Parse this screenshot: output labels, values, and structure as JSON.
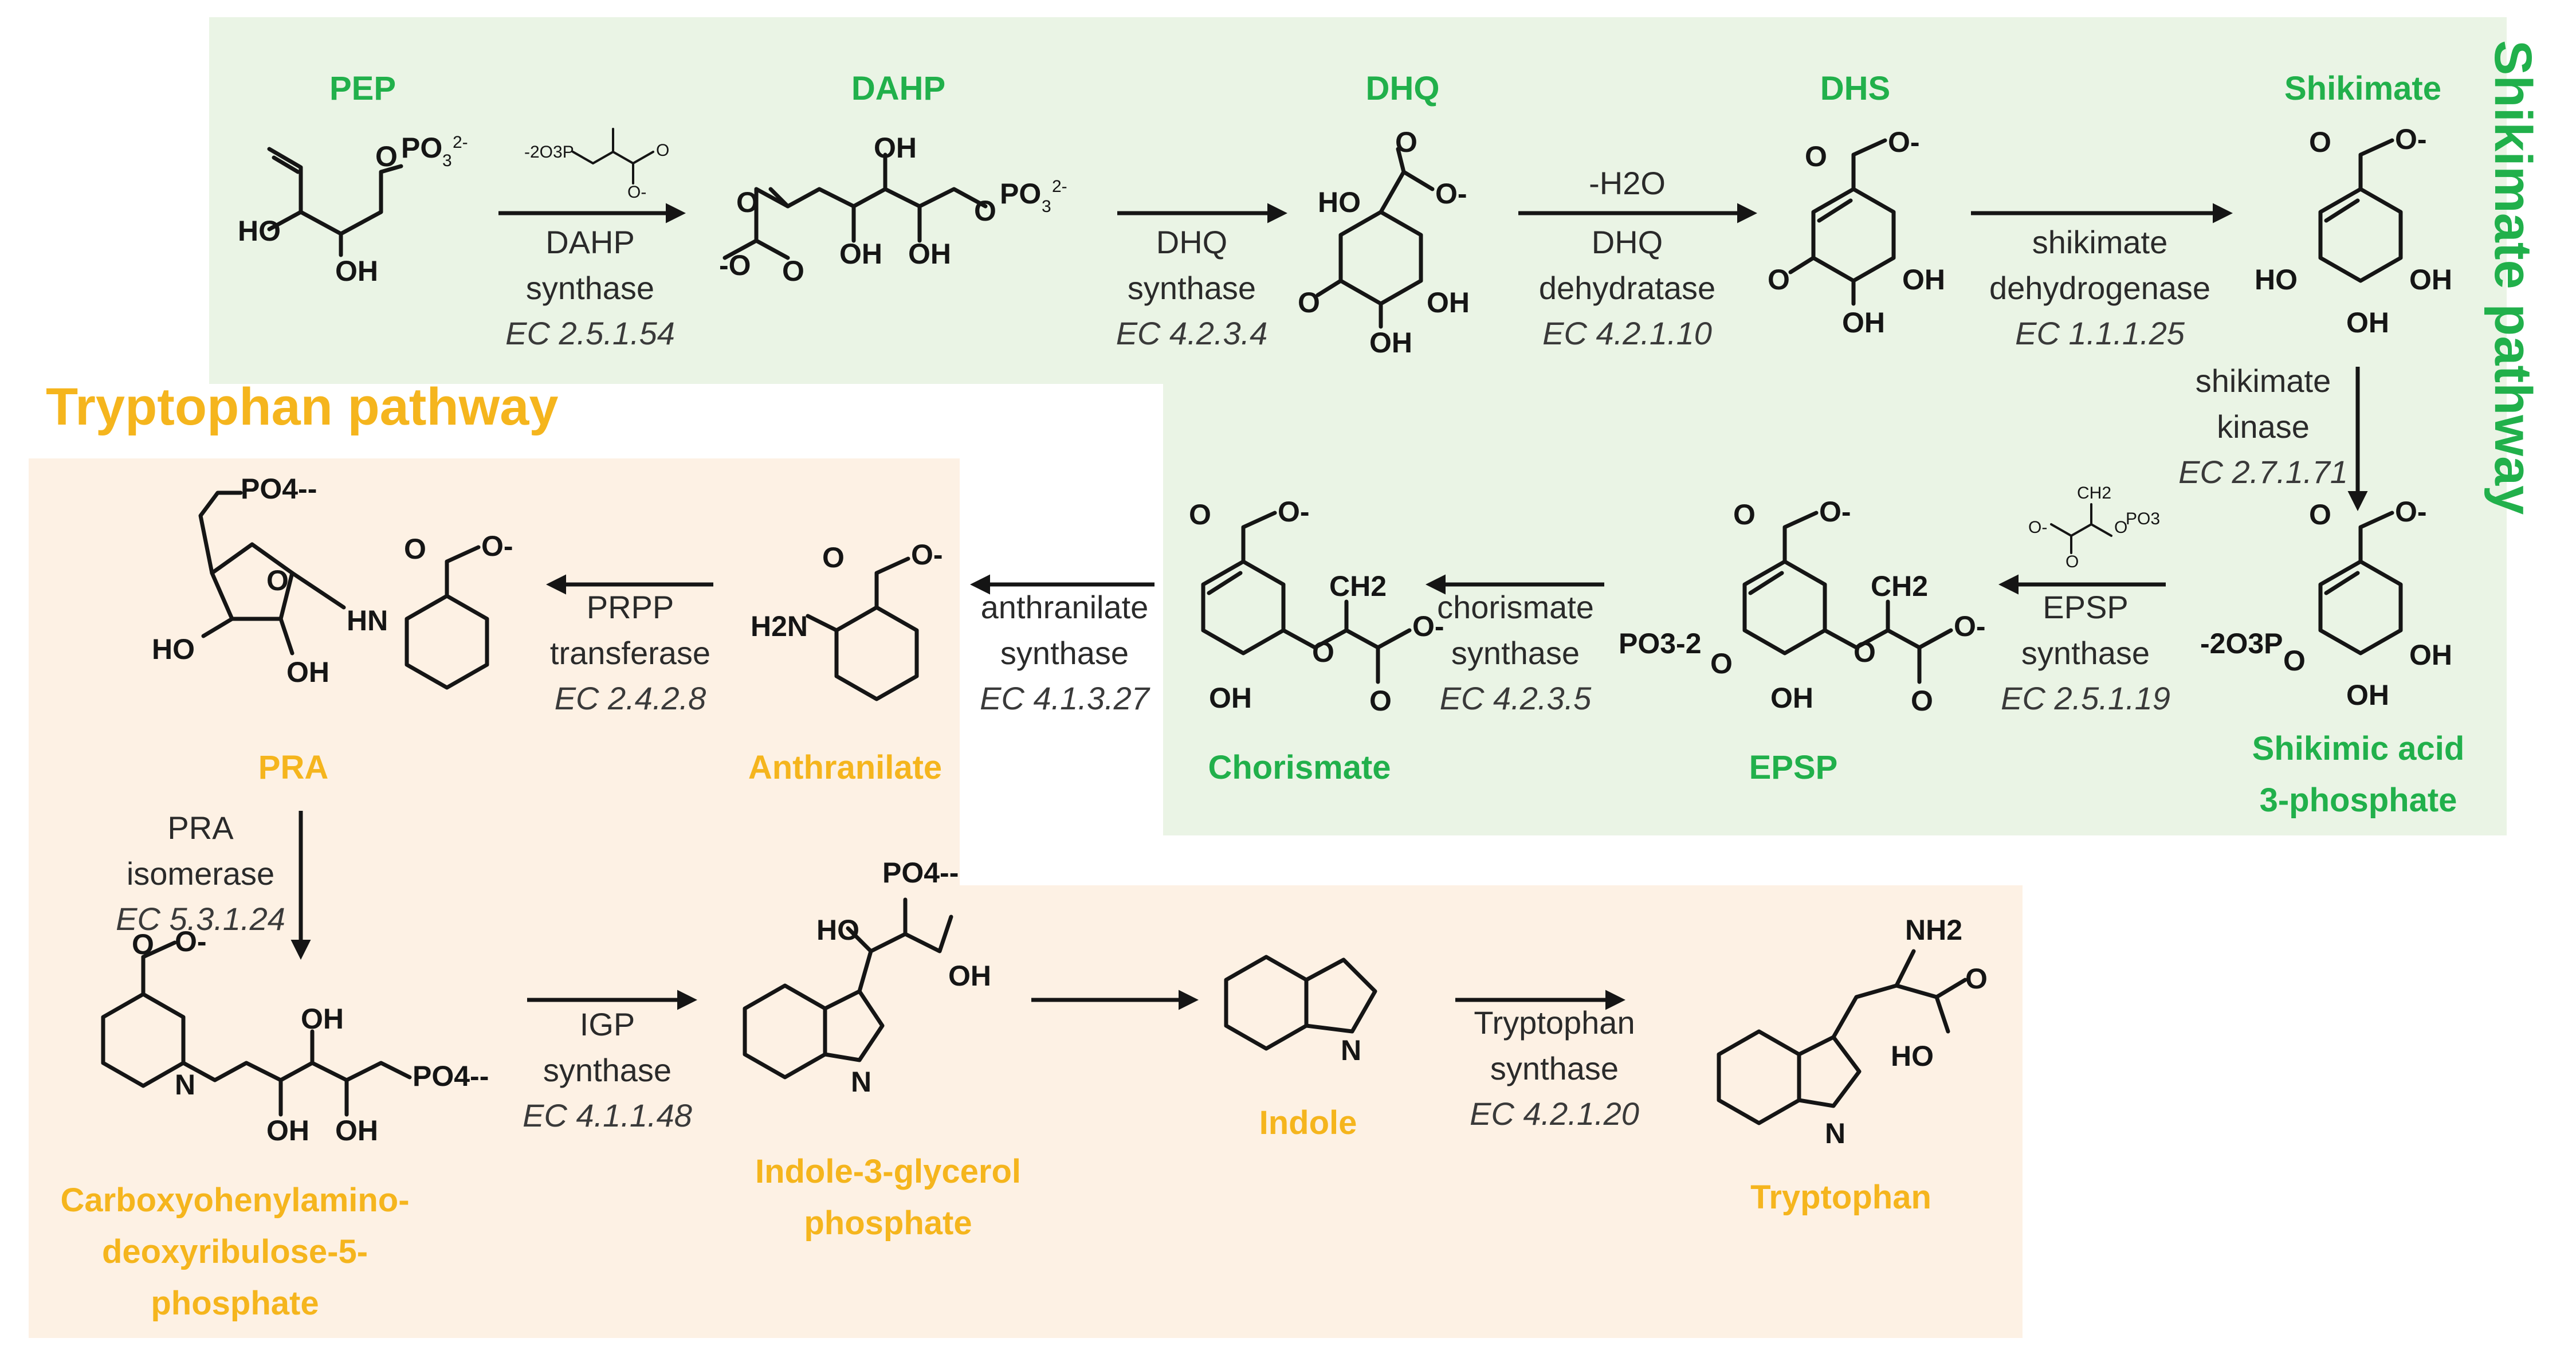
{
  "pathways": {
    "shikimate": "Shikimate pathway",
    "tryptophan": "Tryptophan pathway"
  },
  "compounds": {
    "pep": "PEP",
    "dahp": "DAHP",
    "dhq": "DHQ",
    "dhs": "DHS",
    "shikimate": "Shikimate",
    "s3p_line1": "Shikimic acid",
    "s3p_line2": "3-phosphate",
    "epsp": "EPSP",
    "chorismate": "Chorismate",
    "anthranilate": "Anthranilate",
    "pra": "PRA",
    "cdrp_line1": "Carboxyohenylamino-",
    "cdrp_line2": "deoxyribulose-5-",
    "cdrp_line3": "phosphate",
    "igp_line1": "Indole-3-glycerol",
    "igp_line2": "phosphate",
    "indole": "Indole",
    "tryptophan": "Tryptophan"
  },
  "enzymes": {
    "dahp_synthase": {
      "line1": "DAHP",
      "line2": "synthase",
      "ec": "EC 2.5.1.54"
    },
    "dhq_synthase": {
      "line1": "DHQ",
      "line2": "synthase",
      "ec": "EC 4.2.3.4"
    },
    "dhq_dehydratase": {
      "above": "-H2O",
      "line1": "DHQ",
      "line2": "dehydratase",
      "ec": "EC 4.2.1.10"
    },
    "shikimate_dehydrogenase": {
      "line1": "shikimate",
      "line2": "dehydrogenase",
      "ec": "EC 1.1.1.25"
    },
    "shikimate_kinase": {
      "line1": "shikimate",
      "line2": "kinase",
      "ec": "EC 2.7.1.71"
    },
    "epsp_synthase": {
      "line1": "EPSP",
      "line2": "synthase",
      "ec": "EC 2.5.1.19"
    },
    "chorismate_synthase": {
      "line1": "chorismate",
      "line2": "synthase",
      "ec": "EC 4.2.3.5"
    },
    "anthranilate_synthase": {
      "line1": "anthranilate",
      "line2": "synthase",
      "ec": "EC 4.1.3.27"
    },
    "prpp_transferase": {
      "line1": "PRPP",
      "line2": "transferase",
      "ec": "EC 2.4.2.8"
    },
    "pra_isomerase": {
      "line1": "PRA",
      "line2": "isomerase",
      "ec": "EC 5.3.1.24"
    },
    "igp_synthase": {
      "line1": "IGP",
      "line2": "synthase",
      "ec": "EC 4.1.1.48"
    },
    "tryptophan_synthase": {
      "line1": "Tryptophan",
      "line2": "synthase",
      "ec": "EC 4.2.1.20"
    }
  },
  "colors": {
    "shikimate": "#21b04b",
    "tryptophan": "#f5b51d",
    "shikimate_bg": "#eaf4e5",
    "tryptophan_bg": "#fdf1e4"
  }
}
